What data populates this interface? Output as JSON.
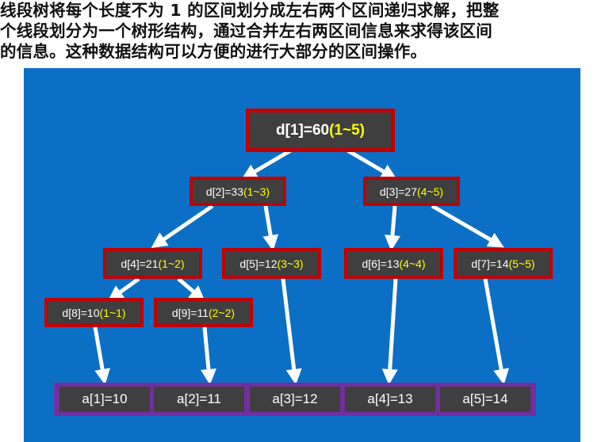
{
  "intro": {
    "lines": [
      "线段树将每个长度不为 1 的区间划分成左右两个区间递归求解，把整",
      "个线段划分为一个树形结构，通过合并左右两区间信息来求得该区间",
      "的信息。这种数据结构可以方便的进行大部分的区间操作。"
    ]
  },
  "tree": {
    "nodes": [
      {
        "id": "d1",
        "label": "d[1]=60",
        "range": "(1~5)"
      },
      {
        "id": "d2",
        "label": "d[2]=33",
        "range": "(1~3)"
      },
      {
        "id": "d3",
        "label": "d[3]=27",
        "range": "(4~5)"
      },
      {
        "id": "d4",
        "label": "d[4]=21",
        "range": "(1~2)"
      },
      {
        "id": "d5",
        "label": "d[5]=12",
        "range": "(3~3)"
      },
      {
        "id": "d6",
        "label": "d[6]=13",
        "range": "(4~4)"
      },
      {
        "id": "d7",
        "label": "d[7]=14",
        "range": "(5~5)"
      },
      {
        "id": "d8",
        "label": "d[8]=10",
        "range": "(1~1)"
      },
      {
        "id": "d9",
        "label": "d[9]=11",
        "range": "(2~2)"
      }
    ],
    "leaves": [
      {
        "id": "a1",
        "label": "a[1]=10"
      },
      {
        "id": "a2",
        "label": "a[2]=11"
      },
      {
        "id": "a3",
        "label": "a[3]=12"
      },
      {
        "id": "a4",
        "label": "a[4]=13"
      },
      {
        "id": "a5",
        "label": "a[5]=14"
      }
    ]
  },
  "colors": {
    "background": "#0b6fc6",
    "node_fill": "#3f3f3f",
    "node_border": "#c00000",
    "range_text": "#ffff00",
    "array_border": "#7030a0",
    "arrow": "#ffffff"
  }
}
